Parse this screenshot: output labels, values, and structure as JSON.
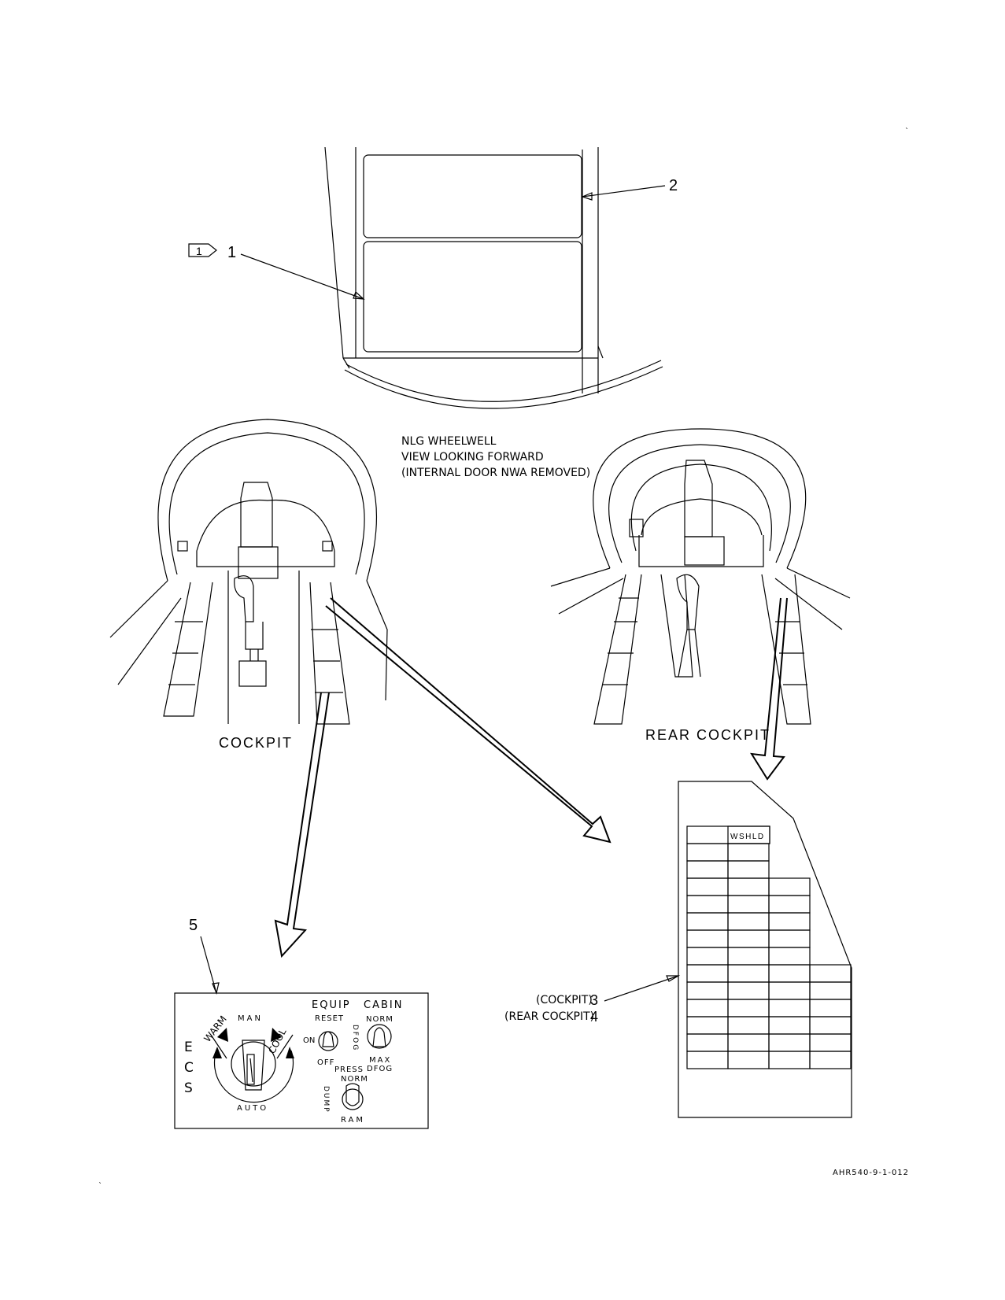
{
  "wheelwell_view": {
    "caption_line1": "NLG WHEELWELL",
    "caption_line2": "VIEW LOOKING FORWARD",
    "caption_line3": "(INTERNAL DOOR NWA REMOVED)"
  },
  "callouts": {
    "flag_note": "1",
    "item1": "1",
    "item2": "2",
    "item3_label": "(COCKPIT)",
    "item3": "3",
    "item4_label": "(REAR COCKPIT)",
    "item4": "4",
    "item5": "5"
  },
  "cockpit_labels": {
    "front": "COCKPIT",
    "rear": "REAR COCKPIT"
  },
  "breaker_panel": {
    "header": "WSHLD"
  },
  "ecs_panel": {
    "ecs_e": "E",
    "ecs_c": "C",
    "ecs_s": "S",
    "man": "MAN",
    "warm": "WARM",
    "cool": "COOL",
    "auto": "AUTO",
    "equip": "EQUIP",
    "cabin": "CABIN",
    "reset": "RESET",
    "on": "ON",
    "off": "OFF",
    "dfog_vertical": "DFOG",
    "norm": "NORM",
    "max": "MAX",
    "dfog": "DFOG",
    "press": "PRESS",
    "press_norm": "NORM",
    "dump": "DUMP",
    "ram": "RAM"
  },
  "figure_id": "AHR540-9-1-012"
}
